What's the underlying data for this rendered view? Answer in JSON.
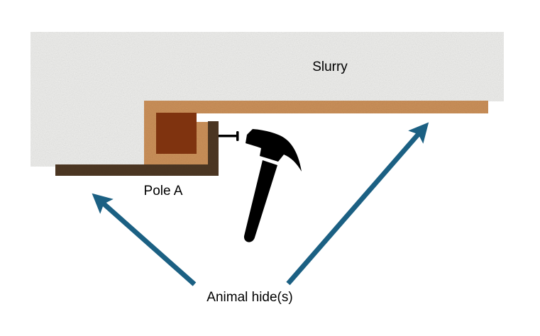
{
  "labels": {
    "slurry": "Slurry",
    "pole": "Pole A",
    "hides": "Animal hide(s)"
  },
  "colors": {
    "slurry": "#ececea",
    "hide_light": "#c98e58",
    "hide_dark": "#4a3422",
    "pole": "#7f330f",
    "arrow": "#1b6083",
    "hammer": "#000000"
  },
  "icons": [
    "hammer-icon",
    "nail-icon",
    "arrow-icon"
  ]
}
